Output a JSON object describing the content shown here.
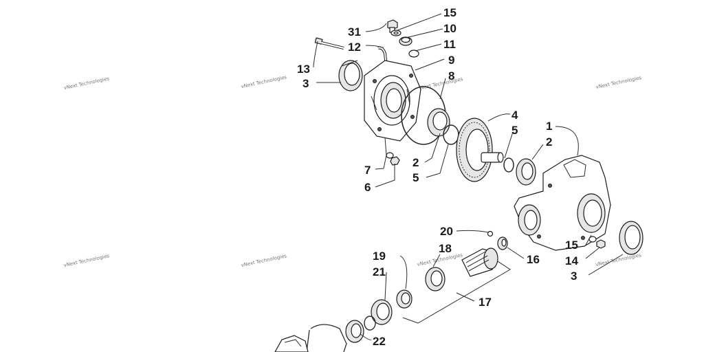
{
  "callouts": {
    "c31": "31",
    "c15a": "15",
    "c10": "10",
    "c12": "12",
    "c11": "11",
    "c13": "13",
    "c9": "9",
    "c3a": "3",
    "c8": "8",
    "c4": "4",
    "c5a": "5",
    "c1": "1",
    "c2a": "2",
    "c7": "7",
    "c6": "6",
    "c2b": "2",
    "c5b": "5",
    "c20": "20",
    "c19": "19",
    "c18": "18",
    "c21": "21",
    "c16": "16",
    "c15b": "15",
    "c14": "14",
    "c3b": "3",
    "c17": "17",
    "c22": "22"
  },
  "watermark": {
    "text": "vNext Technologies"
  }
}
